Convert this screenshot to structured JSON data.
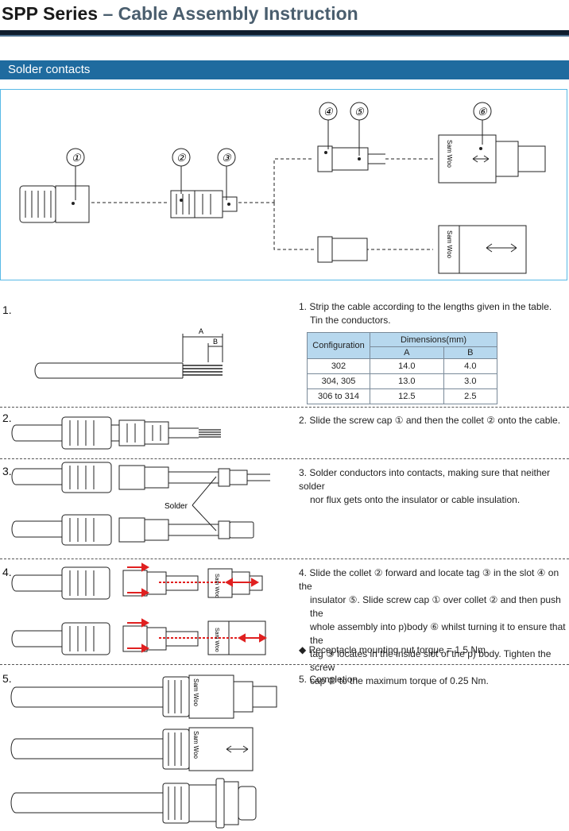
{
  "header": {
    "title_main": "SPP Series",
    "title_sub": " – Cable Assembly Instruction"
  },
  "section": {
    "label": "Solder contacts"
  },
  "parts": {
    "c1": "①",
    "c2": "②",
    "c3": "③",
    "c4": "④",
    "c5": "⑤",
    "c6": "⑥",
    "brand": "Sam Woo"
  },
  "steps": [
    {
      "num": "1.",
      "lines": [
        "1. Strip the cable according to the lengths given in the table.",
        "Tin the conductors."
      ]
    },
    {
      "num": "2.",
      "lines": [
        "2. Slide the screw cap ① and then the collet ② onto the cable."
      ]
    },
    {
      "num": "3.",
      "lines": [
        "3. Solder conductors into contacts, making sure that neither solder",
        "nor flux gets onto the insulator or cable insulation."
      ]
    },
    {
      "num": "4.",
      "lines": [
        "4. Slide the collet ② forward and locate tag ③ in the slot ④ on the",
        "insulator ⑤. Slide screw cap ① over collet ② and then push the",
        "whole assembly into p)body ⑥ whilst turning it to ensure that the",
        "tag ③ locates in the inside slot of the p) body. Tighten the screw",
        "cap ① to the maximum torque of 0.25 Nm."
      ]
    },
    {
      "num": "5.",
      "lines": [
        "5. Completion"
      ]
    }
  ],
  "torque_note": "◆  Receptacle mounting nut torque = 1.5 Nm.",
  "strip_labels": {
    "a": "A",
    "b": "B"
  },
  "solder_label": "Solder",
  "table": {
    "config_header": "Configuration",
    "dims_header": "Dimensions(mm)",
    "col_a": "A",
    "col_b": "B",
    "rows": [
      {
        "config": "302",
        "a": "14.0",
        "b": "4.0"
      },
      {
        "config": "304, 305",
        "a": "13.0",
        "b": "3.0"
      },
      {
        "config": "306 to 314",
        "a": "12.5",
        "b": "2.5"
      }
    ]
  },
  "colors": {
    "accent": "#1f6b9f",
    "box_border": "#58b9e6",
    "table_header": "#b7d8ee",
    "arrow_red": "#e02020"
  }
}
